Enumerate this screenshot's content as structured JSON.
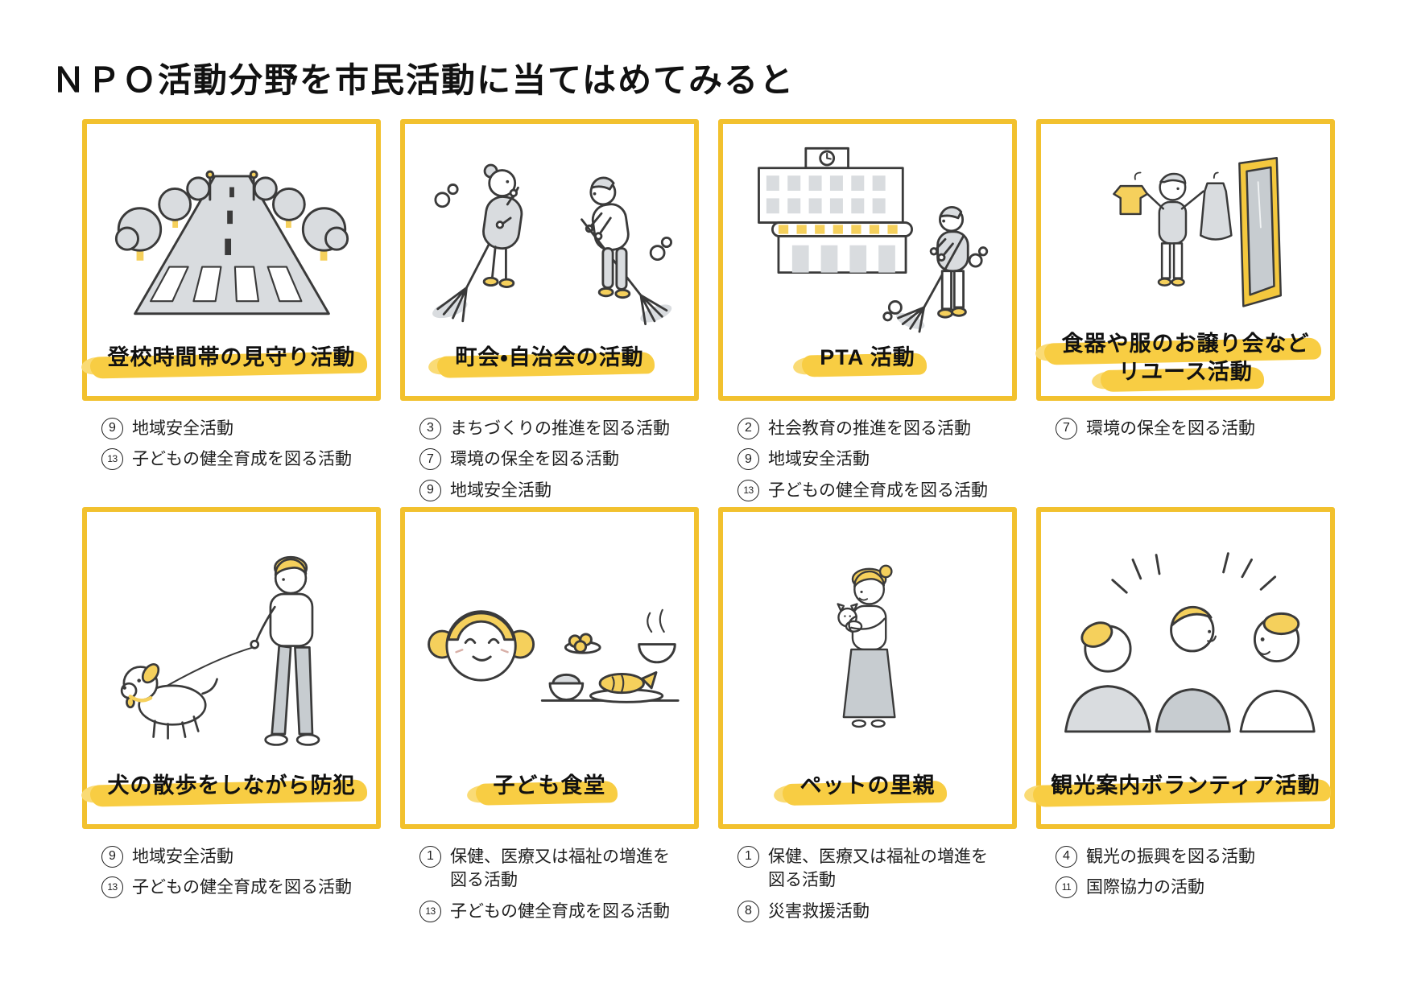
{
  "page": {
    "title": "ＮＰＯ活動分野を市民活動に当てはめてみると"
  },
  "colors": {
    "card_border": "#F2C12E",
    "title_highlight": "#F8CD43",
    "illustration_yellow": "#F5D05C",
    "illustration_gray": "#D9DCDF",
    "outline": "#3A3A3A",
    "text": "#1F1F1F"
  },
  "cards": [
    {
      "title": "登校時間帯の見守り活動",
      "illustration": "school-route-road-with-trees",
      "items": [
        {
          "num": "9",
          "text": "地域安全活動"
        },
        {
          "num": "13",
          "text": "子どもの健全育成を図る活動"
        }
      ]
    },
    {
      "title": "町会・自治会の活動",
      "illustration": "two-people-sweeping-street",
      "items": [
        {
          "num": "3",
          "text": "まちづくりの推進を図る活動"
        },
        {
          "num": "7",
          "text": "環境の保全を図る活動"
        },
        {
          "num": "9",
          "text": "地域安全活動"
        }
      ]
    },
    {
      "title": "PTA 活動",
      "illustration": "school-building-and-sweeper",
      "items": [
        {
          "num": "2",
          "text": "社会教育の推進を図る活動"
        },
        {
          "num": "9",
          "text": "地域安全活動"
        },
        {
          "num": "13",
          "text": "子どもの健全育成を図る活動"
        }
      ]
    },
    {
      "title": "食器や服のお譲り会など",
      "title2": "リユース活動",
      "illustration": "person-with-clothes-and-mirror",
      "items": [
        {
          "num": "7",
          "text": "環境の保全を図る活動"
        }
      ]
    },
    {
      "title": "犬の散歩をしながら防犯",
      "illustration": "person-walking-dog",
      "items": [
        {
          "num": "9",
          "text": "地域安全活動"
        },
        {
          "num": "13",
          "text": "子どもの健全育成を図る活動"
        }
      ]
    },
    {
      "title": "子ども食堂",
      "illustration": "girl-and-meal",
      "items": [
        {
          "num": "1",
          "text": "保健、医療又は福祉の増進を図る活動"
        },
        {
          "num": "13",
          "text": "子どもの健全育成を図る活動"
        }
      ]
    },
    {
      "title": "ペットの里親",
      "illustration": "woman-holding-pet",
      "items": [
        {
          "num": "1",
          "text": "保健、医療又は福祉の増進を図る活動"
        },
        {
          "num": "8",
          "text": "災害救援活動"
        }
      ]
    },
    {
      "title": "観光案内ボランティア活動",
      "illustration": "three-people-talking",
      "items": [
        {
          "num": "4",
          "text": "観光の振興を図る活動"
        },
        {
          "num": "11",
          "text": "国際協力の活動"
        }
      ]
    }
  ]
}
